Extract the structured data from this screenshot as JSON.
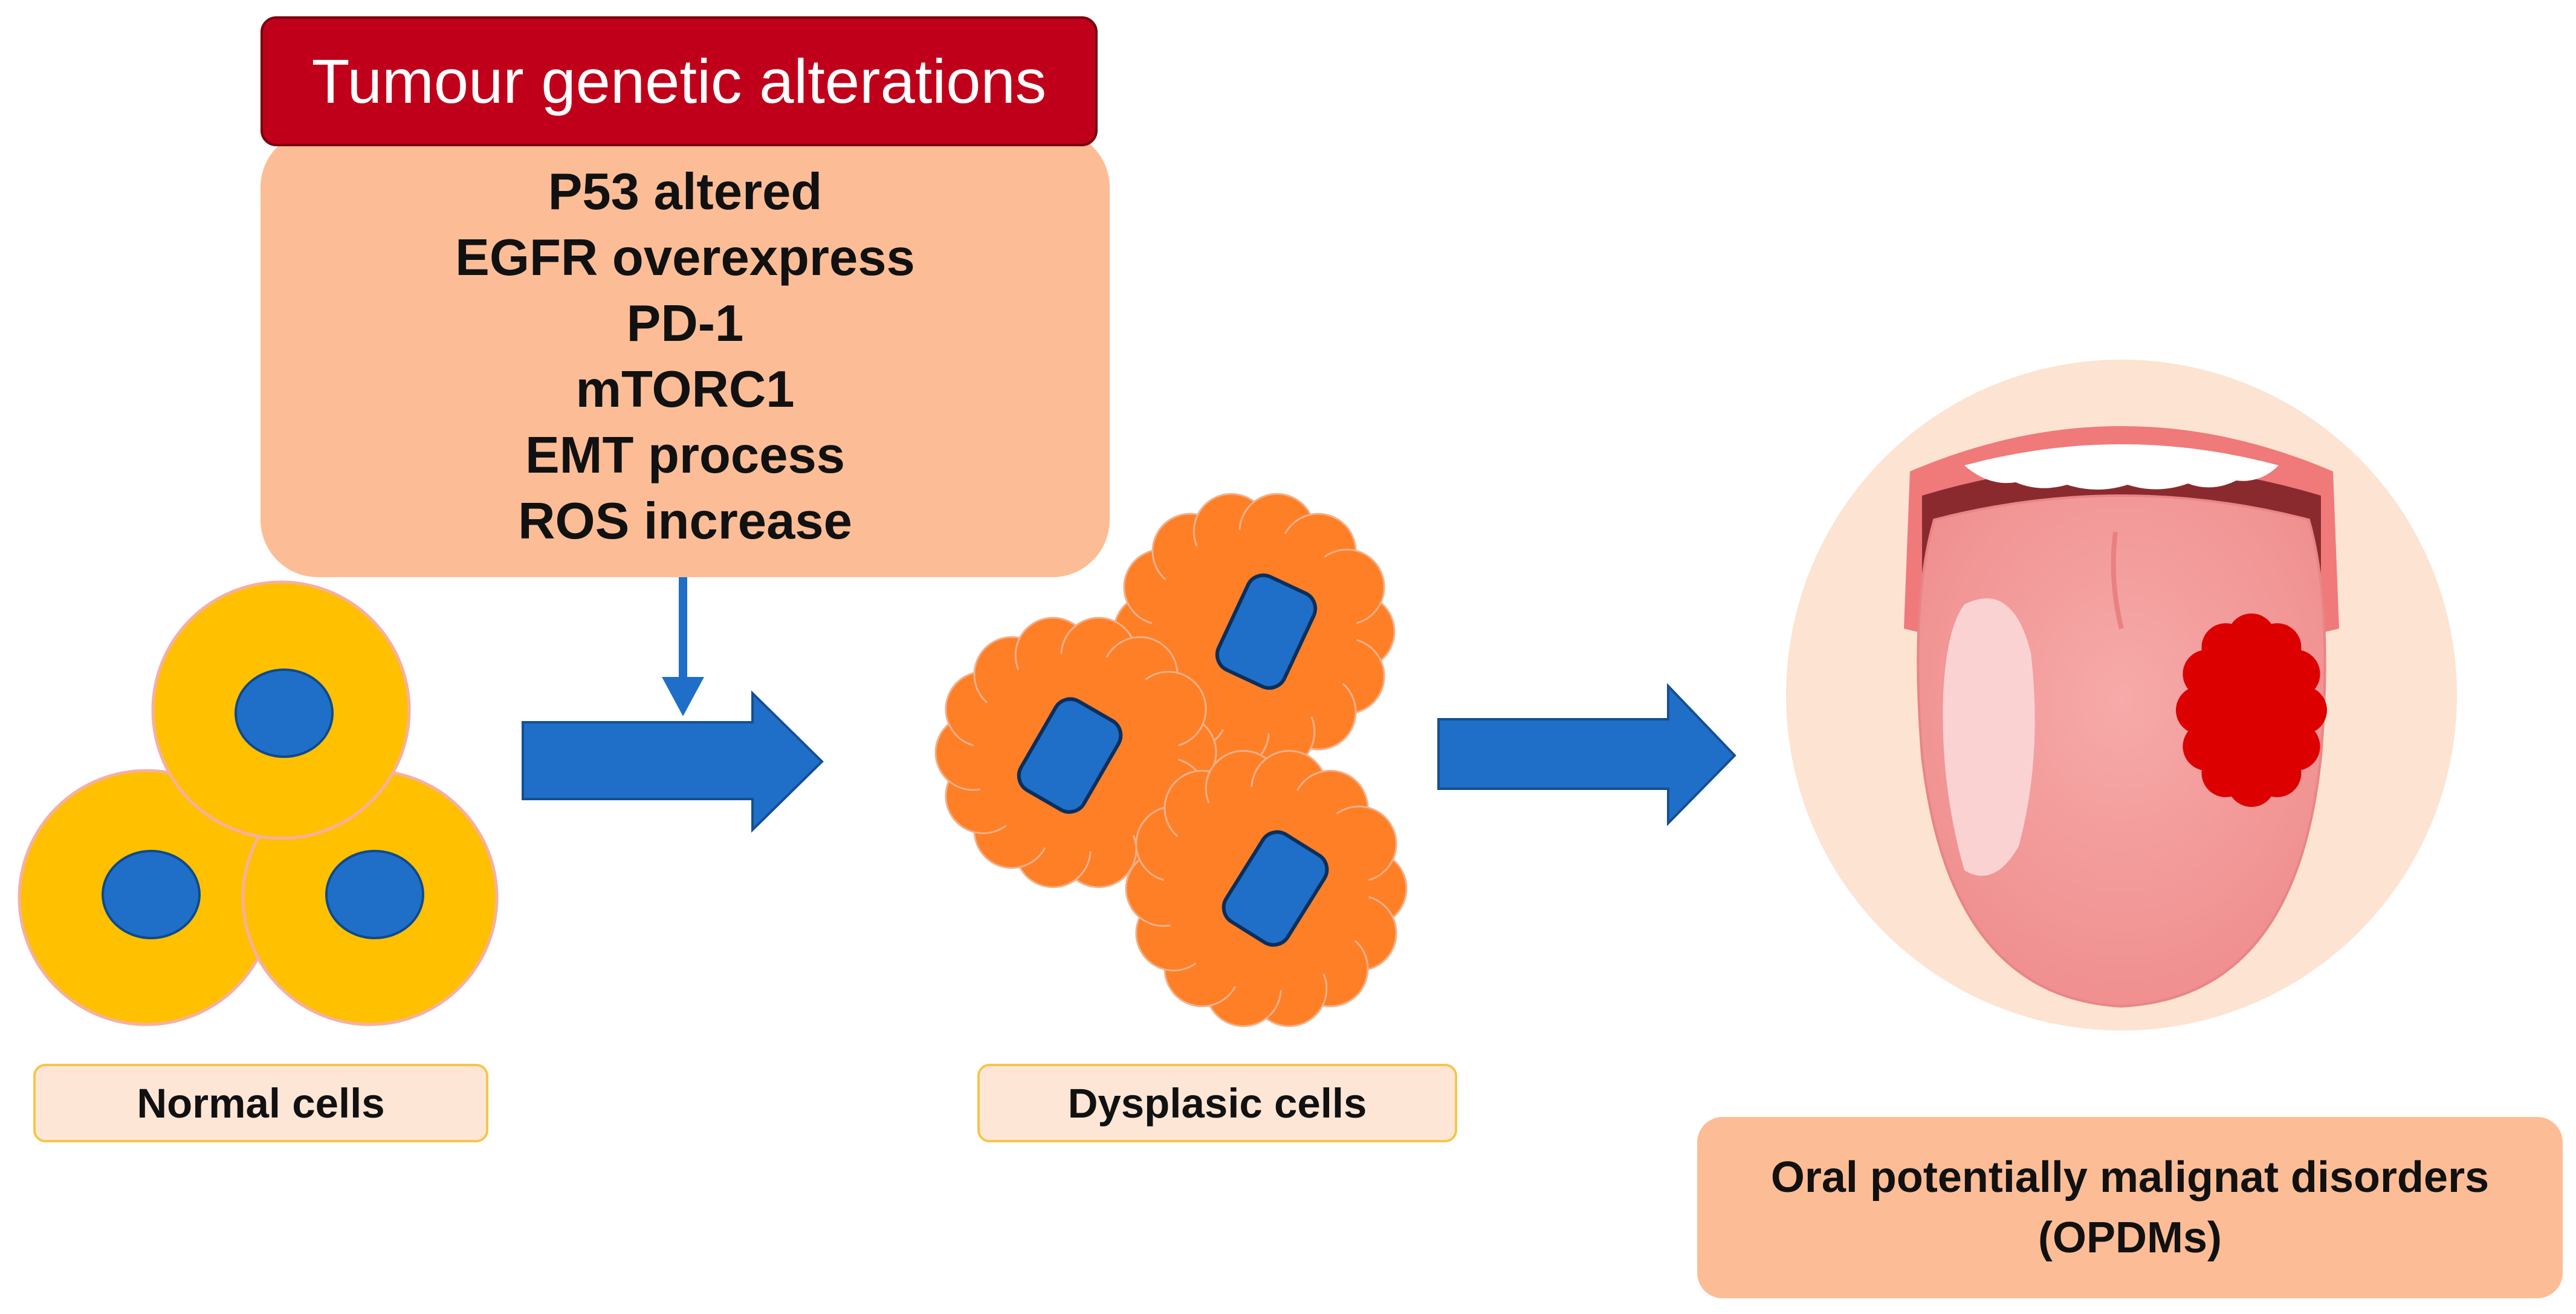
{
  "alterations": {
    "title": "Tumour genetic alterations",
    "items": [
      "P53 altered",
      "EGFR overexpress",
      "PD-1",
      "mTORC1",
      "EMT process",
      "ROS increase"
    ]
  },
  "stages": {
    "normal": "Normal cells",
    "dysplasic": "Dysplasic cells",
    "opdm_line1": "Oral potentially malignat disorders",
    "opdm_line2": "(OPDMs)"
  },
  "colors": {
    "header_red": "#c0001a",
    "box_peach": "#fcbd96",
    "normal_cell": "#ffc000",
    "nucleus": "#1f6fc8",
    "dysplasic_cell": "#ff7f27",
    "arrow_blue": "#1f6fc8",
    "lesion_red": "#dd0000"
  }
}
